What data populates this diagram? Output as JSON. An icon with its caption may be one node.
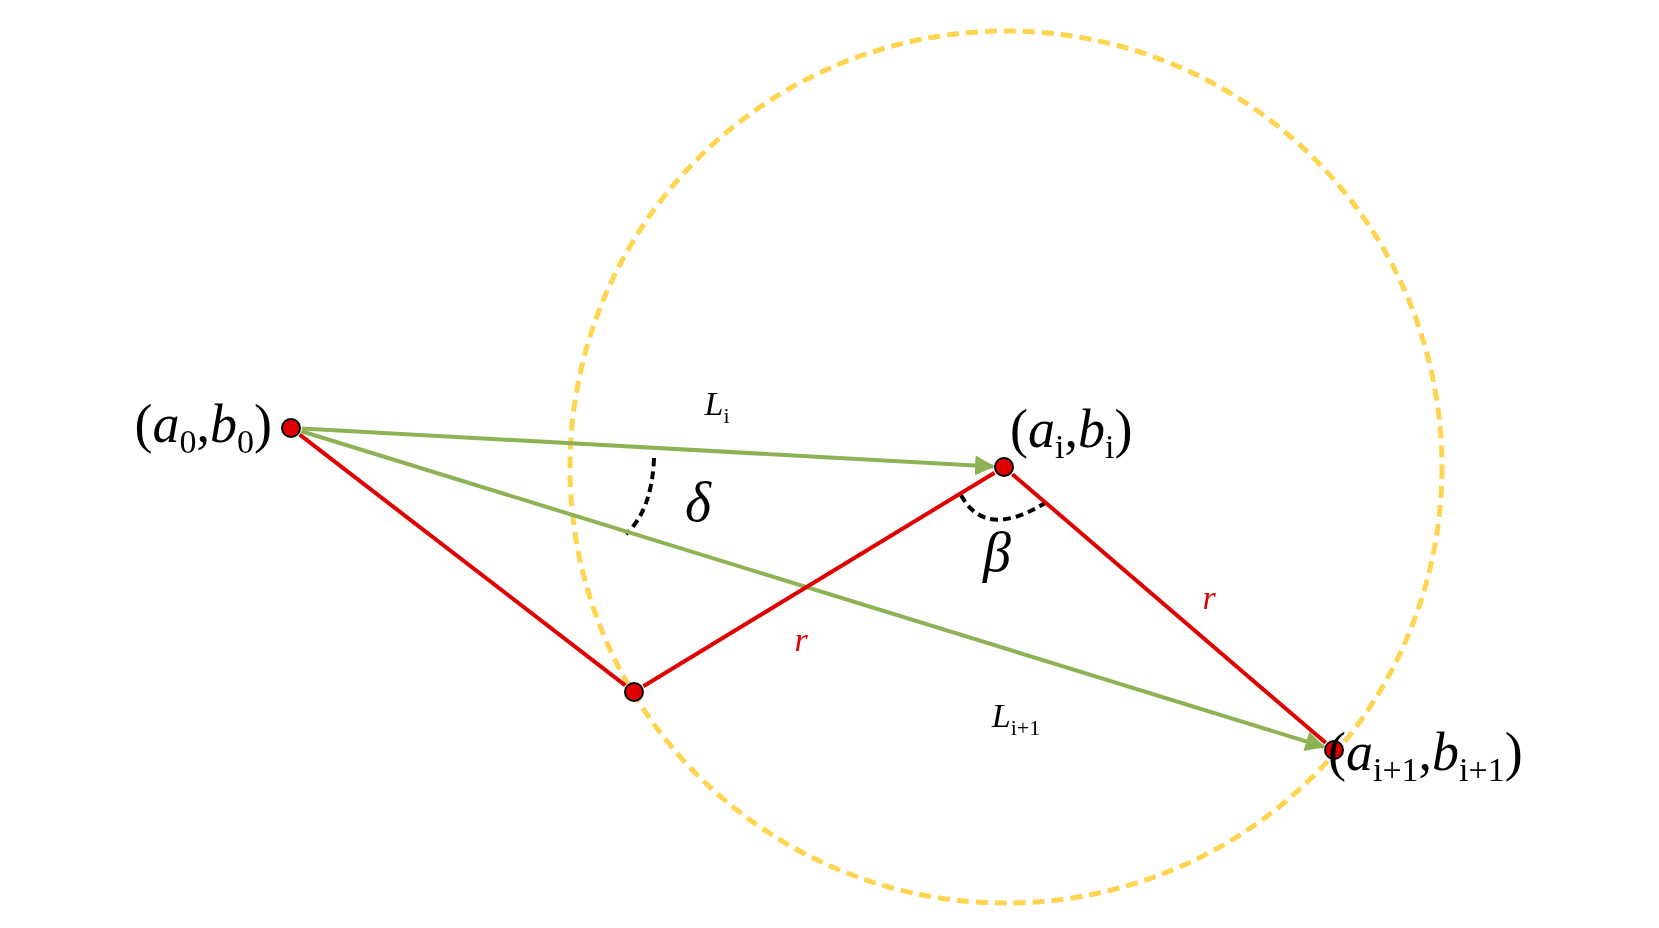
{
  "diagram": {
    "nodes": [
      {
        "text": [],
        "shape": "circle",
        "beside": [
          "(*a*$_{0}$,*b*$_{0}$)"
        ]
      },
      {
        "text": [],
        "shape": "circle"
      },
      {
        "text": [],
        "shape": "circle",
        "beside": [
          "(*a*$_{i}$,*b*$_{i}$)"
        ]
      },
      {
        "text": [],
        "shape": "circle",
        "beside": [
          "(*a*$_{i+1}$,*b*$_{i+1}$)"
        ]
      }
    ],
    "edges": [
      {
        "from": 0,
        "to": 2,
        "arrow": "to",
        "label": "*L*$_{i}$",
        "color": "#8db255"
      },
      {
        "from": 0,
        "to": 3,
        "arrow": "to",
        "label": "*L*$_{i+1}$",
        "color": "#8db255"
      },
      {
        "from": 0,
        "to": 1,
        "arrow": "none"
      },
      {
        "from": 1,
        "to": 2,
        "arrow": "none",
        "label": "r"
      },
      {
        "from": 2,
        "to": 3,
        "arrow": "none",
        "label": "r"
      }
    ],
    "labels": [
      "δ",
      "β"
    ]
  }
}
